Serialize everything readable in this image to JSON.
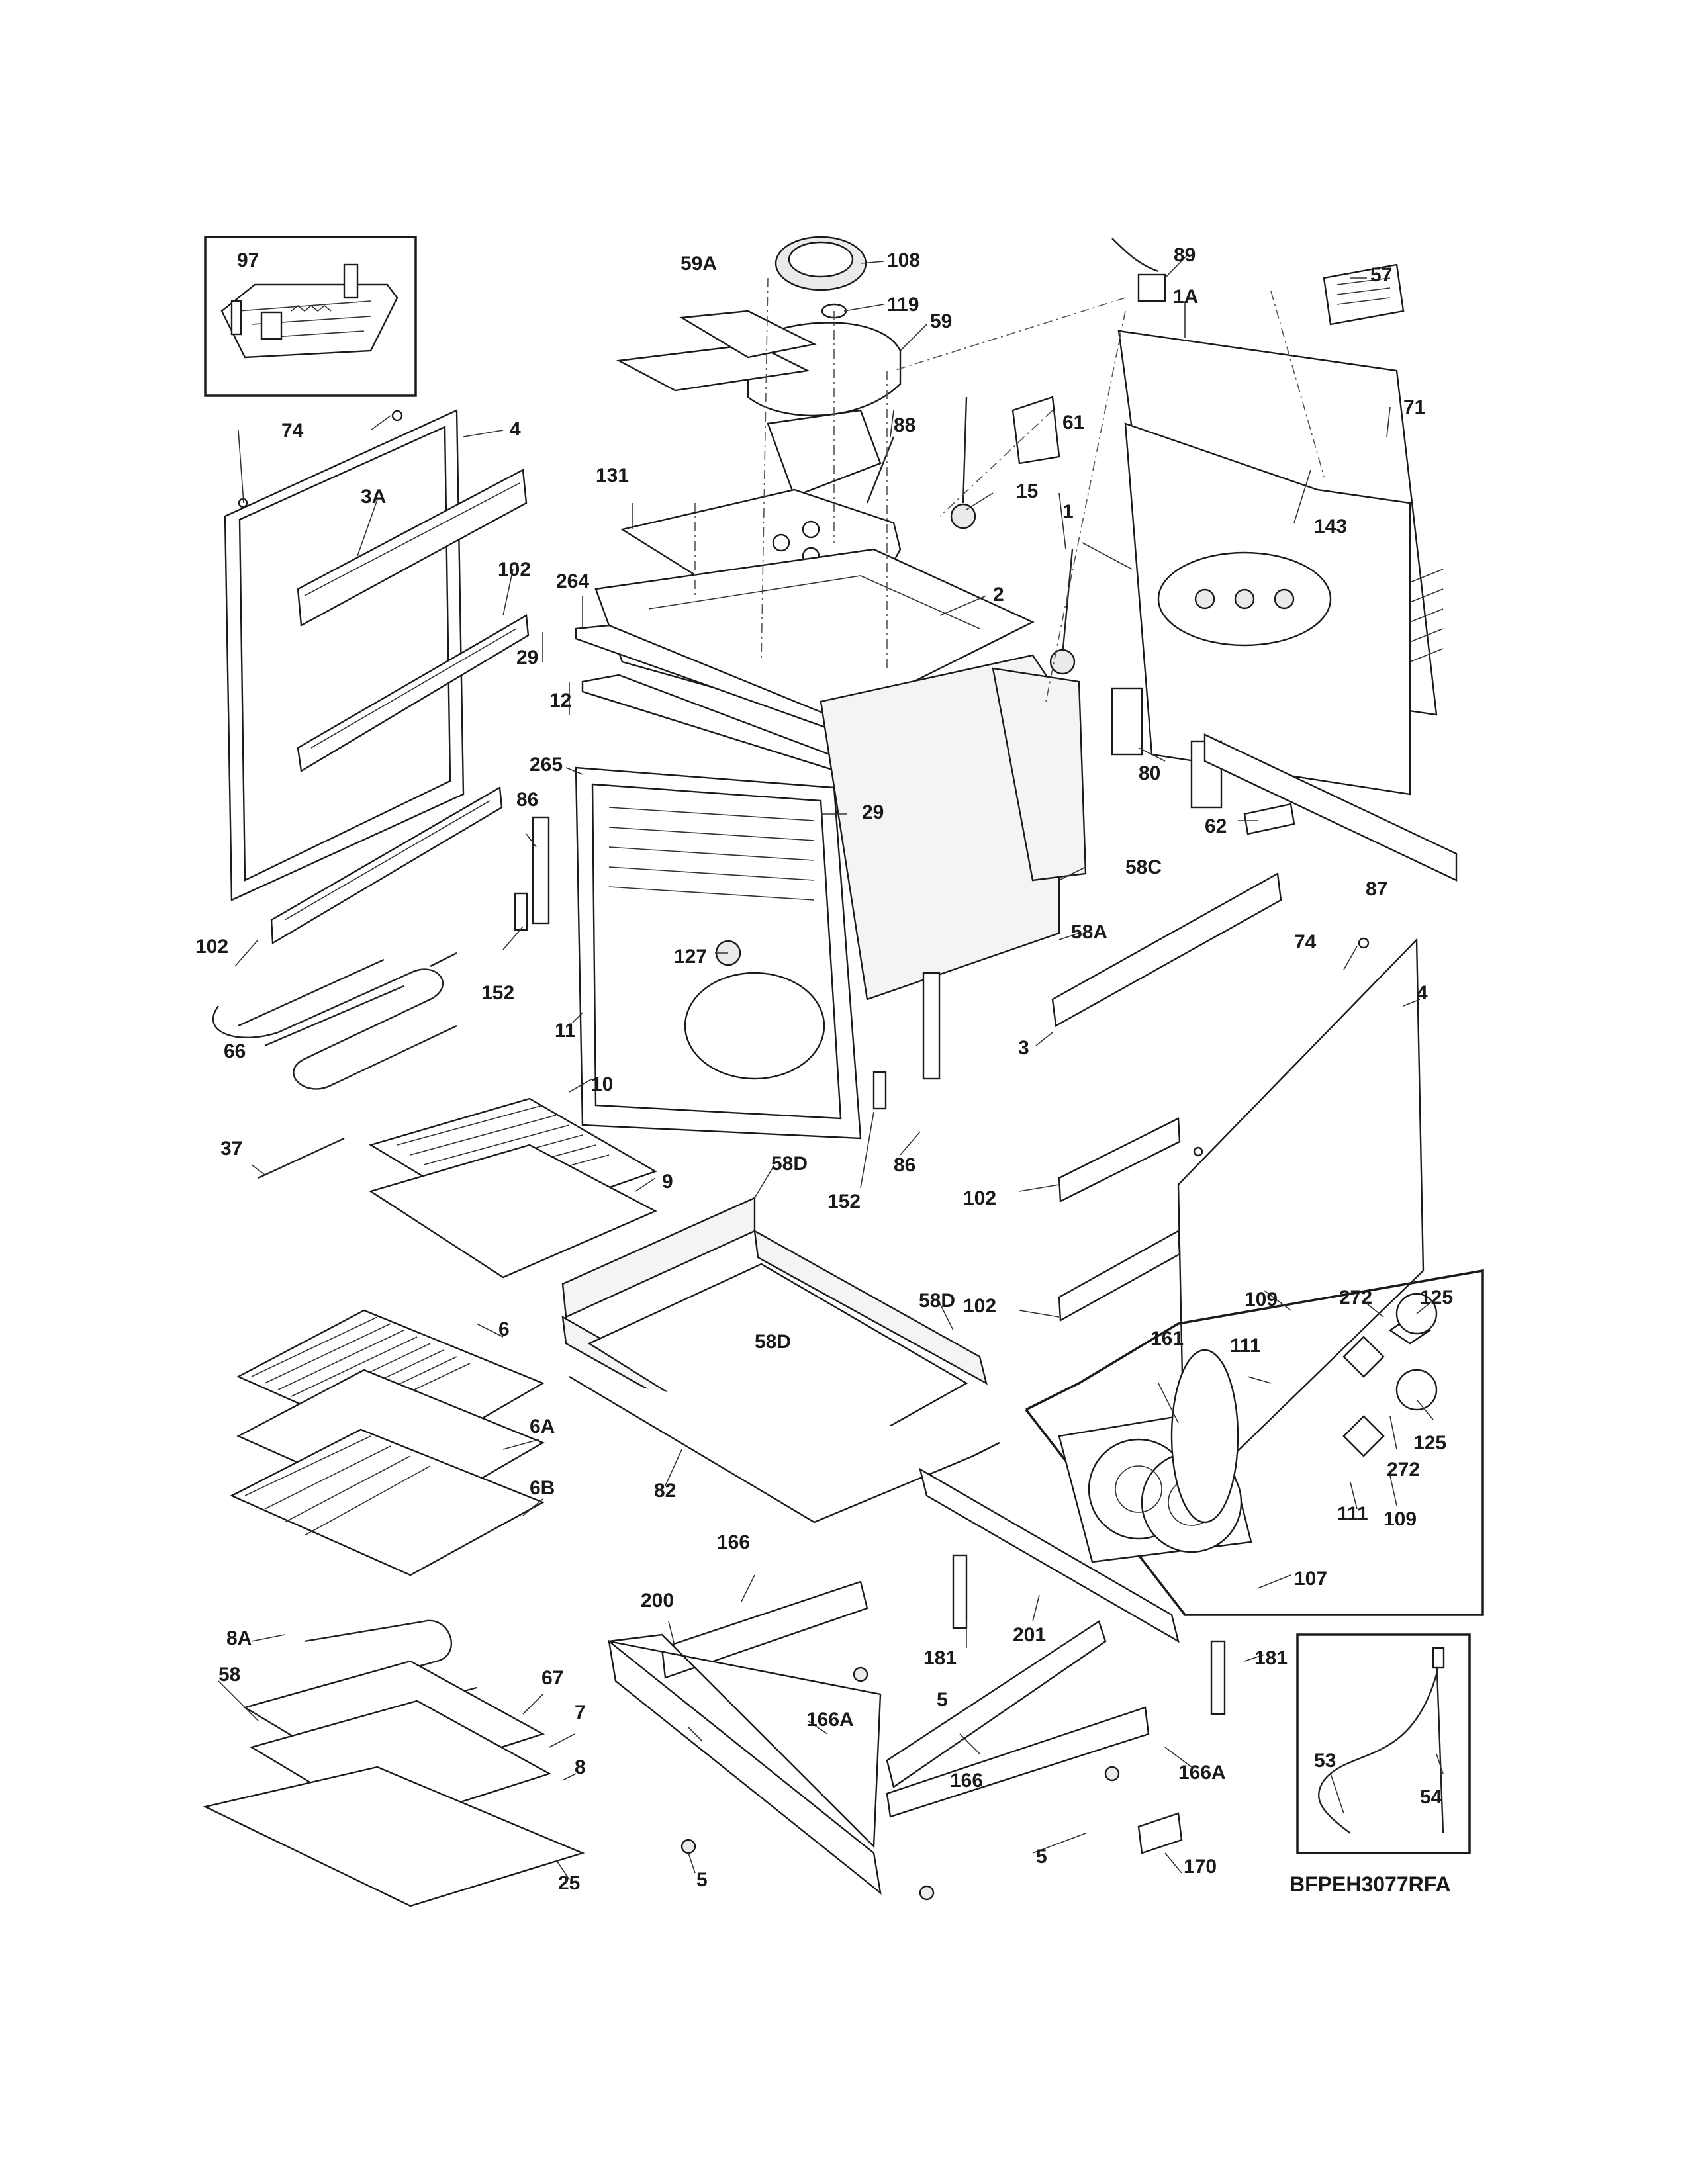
{
  "diagram": {
    "code": "BFPEH3077RFA",
    "labels": [
      {
        "id": "97",
        "text": "97"
      },
      {
        "id": "59A",
        "text": "59A"
      },
      {
        "id": "108",
        "text": "108"
      },
      {
        "id": "119",
        "text": "119"
      },
      {
        "id": "89",
        "text": "89"
      },
      {
        "id": "59",
        "text": "59"
      },
      {
        "id": "1A",
        "text": "1A"
      },
      {
        "id": "57",
        "text": "57"
      },
      {
        "id": "74a",
        "text": "74"
      },
      {
        "id": "4a",
        "text": "4"
      },
      {
        "id": "61",
        "text": "61"
      },
      {
        "id": "71",
        "text": "71"
      },
      {
        "id": "88",
        "text": "88"
      },
      {
        "id": "3A",
        "text": "3A"
      },
      {
        "id": "131",
        "text": "131"
      },
      {
        "id": "15",
        "text": "15"
      },
      {
        "id": "1",
        "text": "1"
      },
      {
        "id": "143",
        "text": "143"
      },
      {
        "id": "102a",
        "text": "102"
      },
      {
        "id": "264",
        "text": "264"
      },
      {
        "id": "2",
        "text": "2"
      },
      {
        "id": "29a",
        "text": "29"
      },
      {
        "id": "12",
        "text": "12"
      },
      {
        "id": "265",
        "text": "265"
      },
      {
        "id": "29b",
        "text": "29"
      },
      {
        "id": "80",
        "text": "80"
      },
      {
        "id": "86a",
        "text": "86"
      },
      {
        "id": "62",
        "text": "62"
      },
      {
        "id": "58C",
        "text": "58C"
      },
      {
        "id": "87",
        "text": "87"
      },
      {
        "id": "102b",
        "text": "102"
      },
      {
        "id": "127",
        "text": "127"
      },
      {
        "id": "58A",
        "text": "58A"
      },
      {
        "id": "74b",
        "text": "74"
      },
      {
        "id": "152a",
        "text": "152"
      },
      {
        "id": "4b",
        "text": "4"
      },
      {
        "id": "11",
        "text": "11"
      },
      {
        "id": "3",
        "text": "3"
      },
      {
        "id": "66",
        "text": "66"
      },
      {
        "id": "10",
        "text": "10"
      },
      {
        "id": "37",
        "text": "37"
      },
      {
        "id": "9",
        "text": "9"
      },
      {
        "id": "58Da",
        "text": "58D"
      },
      {
        "id": "152b",
        "text": "152"
      },
      {
        "id": "86b",
        "text": "86"
      },
      {
        "id": "102c",
        "text": "102"
      },
      {
        "id": "109a",
        "text": "109"
      },
      {
        "id": "272a",
        "text": "272"
      },
      {
        "id": "125a",
        "text": "125"
      },
      {
        "id": "6",
        "text": "6"
      },
      {
        "id": "58Db",
        "text": "58D"
      },
      {
        "id": "102d",
        "text": "102"
      },
      {
        "id": "161",
        "text": "161"
      },
      {
        "id": "111a",
        "text": "111"
      },
      {
        "id": "58Dc",
        "text": "58D"
      },
      {
        "id": "6A",
        "text": "6A"
      },
      {
        "id": "125b",
        "text": "125"
      },
      {
        "id": "272b",
        "text": "272"
      },
      {
        "id": "82",
        "text": "82"
      },
      {
        "id": "6B",
        "text": "6B"
      },
      {
        "id": "111b",
        "text": "111"
      },
      {
        "id": "109b",
        "text": "109"
      },
      {
        "id": "166a",
        "text": "166"
      },
      {
        "id": "107",
        "text": "107"
      },
      {
        "id": "200",
        "text": "200"
      },
      {
        "id": "201",
        "text": "201"
      },
      {
        "id": "8A",
        "text": "8A"
      },
      {
        "id": "181a",
        "text": "181"
      },
      {
        "id": "181b",
        "text": "181"
      },
      {
        "id": "58",
        "text": "58"
      },
      {
        "id": "67",
        "text": "67"
      },
      {
        "id": "5a",
        "text": "5"
      },
      {
        "id": "166Aa",
        "text": "166A"
      },
      {
        "id": "7",
        "text": "7"
      },
      {
        "id": "53",
        "text": "53"
      },
      {
        "id": "166b",
        "text": "166"
      },
      {
        "id": "166Ab",
        "text": "166A"
      },
      {
        "id": "54",
        "text": "54"
      },
      {
        "id": "8",
        "text": "8"
      },
      {
        "id": "5b",
        "text": "5"
      },
      {
        "id": "5c",
        "text": "5"
      },
      {
        "id": "170",
        "text": "170"
      },
      {
        "id": "25",
        "text": "25"
      }
    ]
  }
}
